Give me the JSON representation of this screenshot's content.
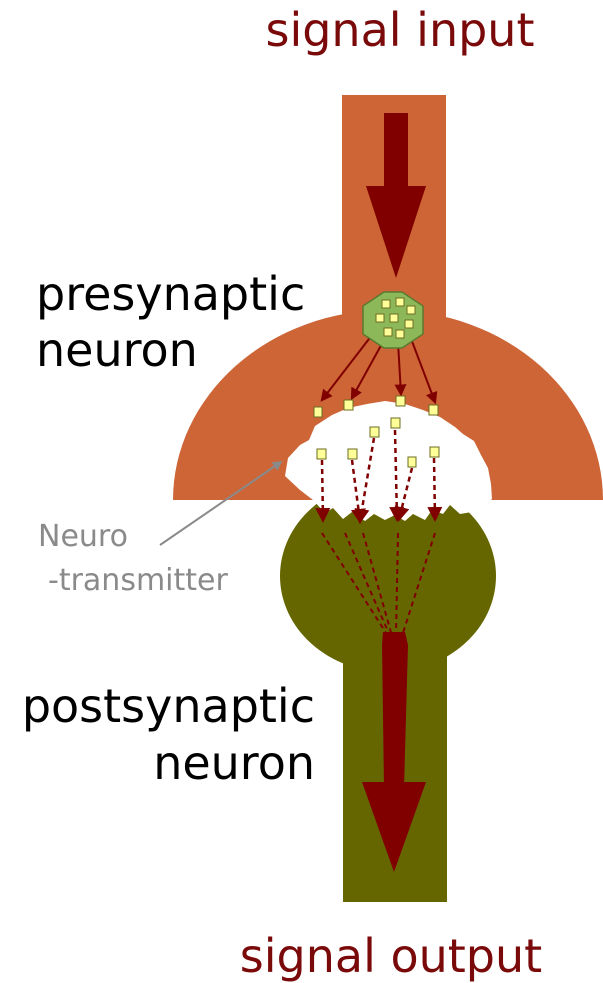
{
  "labels": {
    "signal_input": "signal input",
    "presynaptic_line1": "presynaptic",
    "presynaptic_line2": "neuron",
    "neurotransmitter_line1": "Neuro",
    "neurotransmitter_line2": "-transmitter",
    "postsynaptic_line1": "postsynaptic",
    "postsynaptic_line2": "neuron",
    "signal_output": "signal output"
  },
  "colors": {
    "presynaptic_neuron": "#cd6537",
    "postsynaptic_neuron": "#666600",
    "signal_arrow": "#800000",
    "vesicle": "#8cb85a",
    "neurotransmitter": "#ffff99",
    "annotation_pointer": "#8a8a8a"
  }
}
